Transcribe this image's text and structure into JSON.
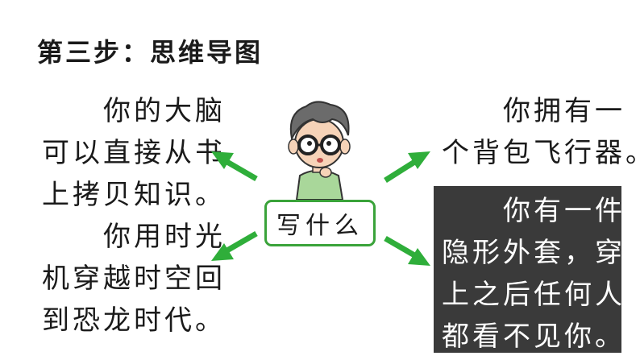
{
  "heading": "第三步：思维导图",
  "center_label": "写什么",
  "ideas": {
    "top_left": [
      "　　你的大脑",
      "可以直接从书",
      "上拷贝知识。"
    ],
    "bottom_left": [
      "　　你用时光",
      "机穿越时空回",
      "到恐龙时代。"
    ],
    "top_right": [
      "　　你拥有一",
      "个背包飞行器。"
    ],
    "bottom_right": [
      "　　你有一件",
      "隐形外套，穿",
      "上之后任何人",
      "都看不见你。"
    ]
  },
  "colors": {
    "arrow": "#2fae3a",
    "center_border": "#3aa33a",
    "highlight_bg": "#3a3a3a",
    "highlight_text": "#ffffff"
  },
  "icons": [
    "boy-with-glasses-illustration",
    "arrow-up-left-icon",
    "arrow-down-left-icon",
    "arrow-up-right-icon",
    "arrow-down-right-icon"
  ]
}
